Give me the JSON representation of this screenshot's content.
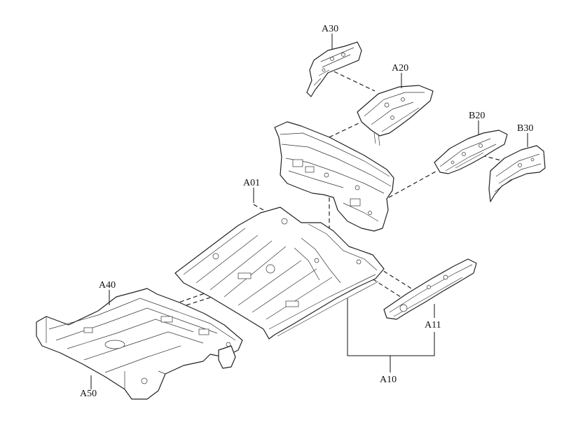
{
  "labels": {
    "a30": "A30",
    "a20": "A20",
    "b20": "B20",
    "b30": "B30",
    "a01": "A01",
    "a40": "A40",
    "a11": "A11",
    "a10": "A10",
    "a50": "A50"
  },
  "colors": {
    "line": "#222222",
    "background": "#ffffff"
  }
}
